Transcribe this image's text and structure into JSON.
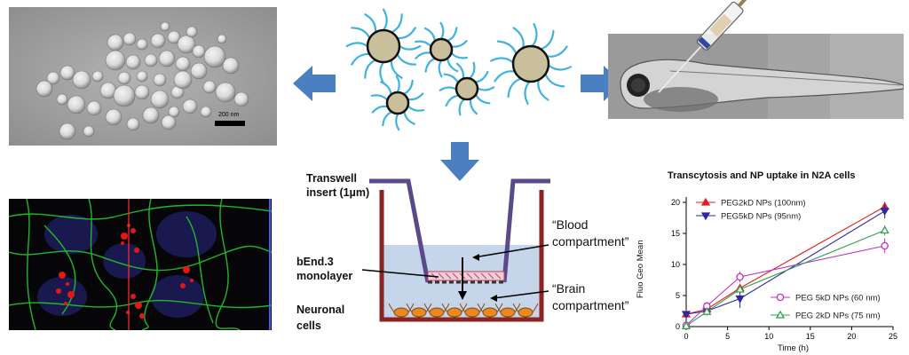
{
  "tem_panel": {
    "scale_bar_label": "200 nm"
  },
  "transwell": {
    "insert_label_line1": "Transwell",
    "insert_label_line2": "insert (1µm)",
    "monolayer_label_line1": "bEnd.3",
    "monolayer_label_line2": "monolayer",
    "neuronal_label_line1": "Neuronal",
    "neuronal_label_line2": "cells",
    "blood_label_line1": "“Blood",
    "blood_label_line2": "compartment”",
    "brain_label_line1": "“Brain",
    "brain_label_line2": "compartment”"
  },
  "colors": {
    "arrow": "#4a7fc1",
    "np_core": "#c9bf9b",
    "peg_chain": "#3fb3e0",
    "insert_wall": "#5a4a8a",
    "well_wall": "#8b2323",
    "medium": "#c5d6ea"
  },
  "chart_data": {
    "type": "line",
    "title": "Transcytosis and NP uptake in N2A cells",
    "xlabel": "Time (h)",
    "ylabel": "Fluo Geo Mean",
    "xlim": [
      0,
      25
    ],
    "ylim": [
      0,
      20
    ],
    "xticks": [
      "0",
      "5",
      "10",
      "15",
      "20",
      "25"
    ],
    "yticks": [
      "0",
      "5",
      "10",
      "15",
      "20"
    ],
    "series": [
      {
        "name": "PEG2kD NPs (100nm)",
        "color": "#e02020",
        "marker": "triangle-up",
        "open": false,
        "x": [
          0,
          2.5,
          6.5,
          24
        ],
        "y": [
          2.0,
          2.8,
          6.2,
          19.3
        ],
        "err": [
          0.3,
          0.4,
          0.6,
          0.8
        ]
      },
      {
        "name": "PEG5kD NPs (95nm)",
        "color": "#2a2aa0",
        "marker": "triangle-down",
        "open": false,
        "x": [
          0,
          2.5,
          6.5,
          24
        ],
        "y": [
          2.0,
          2.5,
          4.5,
          18.6
        ],
        "err": [
          0.3,
          0.4,
          1.5,
          1.2
        ]
      },
      {
        "name": "PEG 5kD NPs (60 nm)",
        "color": "#c030c0",
        "marker": "circle",
        "open": true,
        "x": [
          0,
          2.5,
          6.5,
          24
        ],
        "y": [
          0.2,
          3.3,
          8.0,
          13.0
        ],
        "err": [
          0.2,
          0.6,
          0.9,
          1.2
        ]
      },
      {
        "name": "PEG 2kD NPs (75 nm)",
        "color": "#30a050",
        "marker": "triangle-up",
        "open": true,
        "x": [
          0,
          2.5,
          6.5,
          24
        ],
        "y": [
          0.1,
          2.4,
          6.0,
          15.5
        ],
        "err": [
          0.2,
          0.3,
          0.5,
          0.8
        ]
      }
    ]
  }
}
